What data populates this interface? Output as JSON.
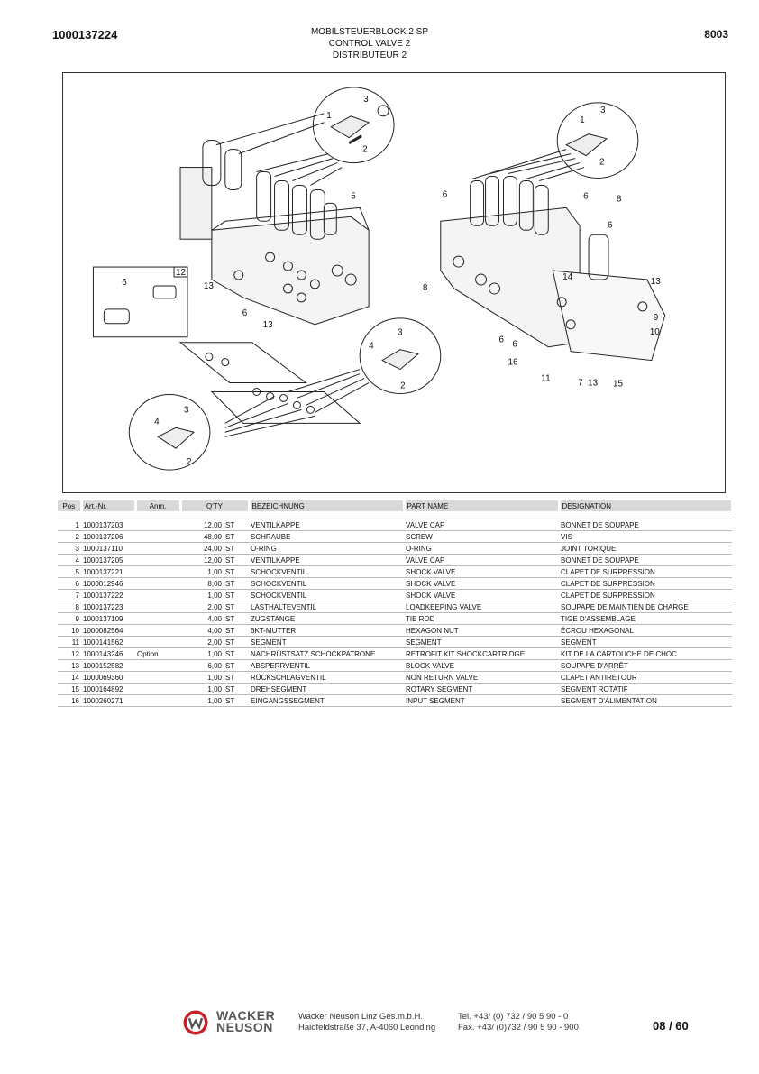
{
  "header": {
    "doc_number": "1000137224",
    "title_de": "MOBILSTEUERBLOCK 2 SP",
    "title_en": "CONTROL VALVE 2",
    "title_fr": "DISTRIBUTEUR 2",
    "code": "8003"
  },
  "figure": {
    "callouts": [
      "1",
      "2",
      "3",
      "5",
      "6",
      "12",
      "13",
      "6",
      "13",
      "4",
      "3",
      "2",
      "4",
      "3",
      "2",
      "1",
      "3",
      "2",
      "6",
      "8",
      "6",
      "8",
      "6",
      "14",
      "13",
      "9",
      "10",
      "6",
      "6",
      "16",
      "11",
      "7",
      "13",
      "15"
    ]
  },
  "table": {
    "headers": {
      "pos": "Pos",
      "art": "Art.-Nr.",
      "anm": "Anm.",
      "qty": "Q'TY",
      "bez": "BEZEICHNUNG",
      "part": "PART NAME",
      "des": "DESIGNATION"
    },
    "rows": [
      {
        "pos": "1",
        "art": "1000137203",
        "anm": "",
        "qty": "12,00",
        "unit": "ST",
        "bez": "VENTILKAPPE",
        "part": "VALVE CAP",
        "des": "BONNET DE SOUPAPE"
      },
      {
        "pos": "2",
        "art": "1000137206",
        "anm": "",
        "qty": "48,00",
        "unit": "ST",
        "bez": "SCHRAUBE",
        "part": "SCREW",
        "des": "VIS"
      },
      {
        "pos": "3",
        "art": "1000137110",
        "anm": "",
        "qty": "24,00",
        "unit": "ST",
        "bez": "O-RING",
        "part": "O-RING",
        "des": "JOINT TORIQUE"
      },
      {
        "pos": "4",
        "art": "1000137205",
        "anm": "",
        "qty": "12,00",
        "unit": "ST",
        "bez": "VENTILKAPPE",
        "part": "VALVE CAP",
        "des": "BONNET DE SOUPAPE"
      },
      {
        "pos": "5",
        "art": "1000137221",
        "anm": "",
        "qty": "1,00",
        "unit": "ST",
        "bez": "SCHOCKVENTIL",
        "part": "SHOCK VALVE",
        "des": "CLAPET DE SURPRESSION"
      },
      {
        "pos": "6",
        "art": "1000012946",
        "anm": "",
        "qty": "8,00",
        "unit": "ST",
        "bez": "SCHOCKVENTIL",
        "part": "SHOCK VALVE",
        "des": "CLAPET DE SURPRESSION"
      },
      {
        "pos": "7",
        "art": "1000137222",
        "anm": "",
        "qty": "1,00",
        "unit": "ST",
        "bez": "SCHOCKVENTIL",
        "part": "SHOCK VALVE",
        "des": "CLAPET DE SURPRESSION"
      },
      {
        "pos": "8",
        "art": "1000137223",
        "anm": "",
        "qty": "2,00",
        "unit": "ST",
        "bez": "LASTHALTEVENTIL",
        "part": "LOADKEEPING VALVE",
        "des": "SOUPAPE DE MAINTIEN DE CHARGE"
      },
      {
        "pos": "9",
        "art": "1000137109",
        "anm": "",
        "qty": "4,00",
        "unit": "ST",
        "bez": "ZUGSTANGE",
        "part": "TIE ROD",
        "des": "TIGE D'ASSEMBLAGE"
      },
      {
        "pos": "10",
        "art": "1000082564",
        "anm": "",
        "qty": "4,00",
        "unit": "ST",
        "bez": "6KT-MUTTER",
        "part": "HEXAGON NUT",
        "des": "ÉCROU HEXAGONAL"
      },
      {
        "pos": "11",
        "art": "1000141562",
        "anm": "",
        "qty": "2,00",
        "unit": "ST",
        "bez": "SEGMENT",
        "part": "SEGMENT",
        "des": "SEGMENT"
      },
      {
        "pos": "12",
        "art": "1000143246",
        "anm": "Option",
        "qty": "1,00",
        "unit": "ST",
        "bez": "NACHRÜSTSATZ SCHOCKPATRONE",
        "part": "RETROFIT KIT SHOCKCARTRIDGE",
        "des": "KIT DE LA CARTOUCHE DE CHOC"
      },
      {
        "pos": "13",
        "art": "1000152582",
        "anm": "",
        "qty": "6,00",
        "unit": "ST",
        "bez": "ABSPERRVENTIL",
        "part": "BLOCK VALVE",
        "des": "SOUPAPE D'ARRÊT"
      },
      {
        "pos": "14",
        "art": "1000069360",
        "anm": "",
        "qty": "1,00",
        "unit": "ST",
        "bez": "RÜCKSCHLAGVENTIL",
        "part": "NON RETURN VALVE",
        "des": "CLAPET ANTIRETOUR"
      },
      {
        "pos": "15",
        "art": "1000164892",
        "anm": "",
        "qty": "1,00",
        "unit": "ST",
        "bez": "DREHSEGMENT",
        "part": "ROTARY SEGMENT",
        "des": "SEGMENT ROTATIF"
      },
      {
        "pos": "16",
        "art": "1000260271",
        "anm": "",
        "qty": "1,00",
        "unit": "ST",
        "bez": "EINGANGSSEGMENT",
        "part": "INPUT SEGMENT",
        "des": "SEGMENT D'ALIMENTATION"
      }
    ]
  },
  "footer": {
    "logo_line1": "WACKER",
    "logo_line2": "NEUSON",
    "company_line1": "Wacker Neuson Linz  Ges.m.b.H.",
    "company_line2": "Haidfeldstraße 37, A-4060 Leonding",
    "tel": "Tel.  +43/ (0) 732 / 90 5 90 - 0",
    "fax": "Fax. +43/ (0)732 / 90 5 90 - 900",
    "page": "08 / 60"
  },
  "colors": {
    "header_bg": "#d9d9d9",
    "logo_red": "#c8202a",
    "logo_grey": "#555555"
  }
}
